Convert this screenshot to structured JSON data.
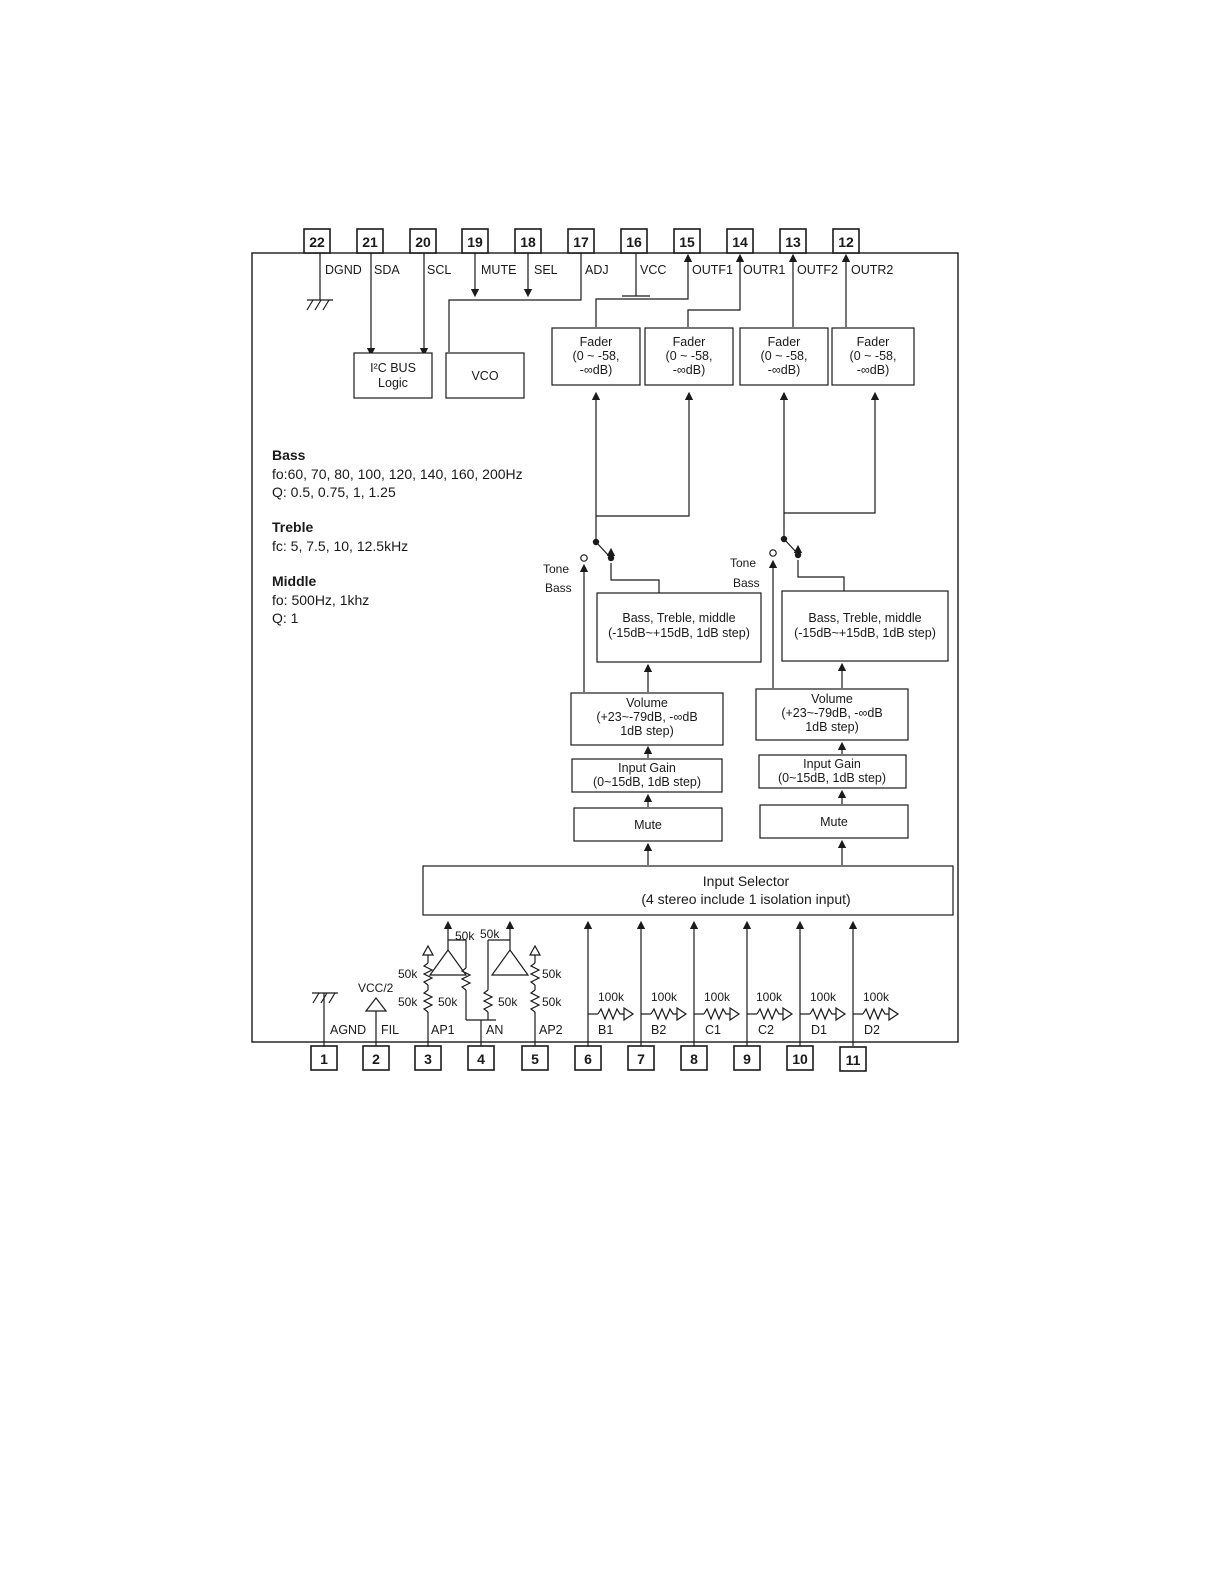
{
  "pins_top": [
    {
      "num": "22",
      "label": "DGND"
    },
    {
      "num": "21",
      "label": "SDA"
    },
    {
      "num": "20",
      "label": "SCL"
    },
    {
      "num": "19",
      "label": "MUTE"
    },
    {
      "num": "18",
      "label": "SEL"
    },
    {
      "num": "17",
      "label": "ADJ"
    },
    {
      "num": "16",
      "label": "VCC"
    },
    {
      "num": "15",
      "label": "OUTF1"
    },
    {
      "num": "14",
      "label": "OUTR1"
    },
    {
      "num": "13",
      "label": "OUTF2"
    },
    {
      "num": "12",
      "label": "OUTR2"
    }
  ],
  "pins_bottom": [
    {
      "num": "1",
      "label": "AGND"
    },
    {
      "num": "2",
      "label": "FIL"
    },
    {
      "num": "3",
      "label": "AP1"
    },
    {
      "num": "4",
      "label": "AN"
    },
    {
      "num": "5",
      "label": "AP2"
    },
    {
      "num": "6",
      "label": "B1"
    },
    {
      "num": "7",
      "label": "B2"
    },
    {
      "num": "8",
      "label": "C1"
    },
    {
      "num": "9",
      "label": "C2"
    },
    {
      "num": "10",
      "label": "D1"
    },
    {
      "num": "11",
      "label": "D2"
    }
  ],
  "blocks": {
    "i2c_line1": "I²C BUS",
    "i2c_line2": "Logic",
    "vco": "VCO",
    "fader": [
      "Fader",
      "(0 ~ -58,",
      "-∞dB)"
    ],
    "tone": [
      "Bass, Treble, middle",
      "(-15dB~+15dB, 1dB step)"
    ],
    "volume": [
      "Volume",
      "(+23~-79dB, -∞dB",
      "1dB step)"
    ],
    "input_gain": [
      "Input Gain",
      "(0~15dB, 1dB step)"
    ],
    "mute": "Mute",
    "input_selector": [
      "Input Selector",
      "(4 stereo include 1 isolation input)"
    ]
  },
  "switch_labels": {
    "tone": "Tone",
    "bass": "Bass"
  },
  "notes": {
    "bass_title": "Bass",
    "bass_fo": "fo:60, 70, 80, 100, 120, 140, 160, 200Hz",
    "bass_q": "Q: 0.5, 0.75, 1, 1.25",
    "treble_title": "Treble",
    "treble_fc": "fc: 5, 7.5, 10, 12.5kHz",
    "middle_title": "Middle",
    "middle_fo": "fo: 500Hz, 1khz",
    "middle_q": "Q: 1"
  },
  "misc": {
    "vcc_half": "VCC/2",
    "r50k": "50k",
    "r100k": "100k"
  }
}
